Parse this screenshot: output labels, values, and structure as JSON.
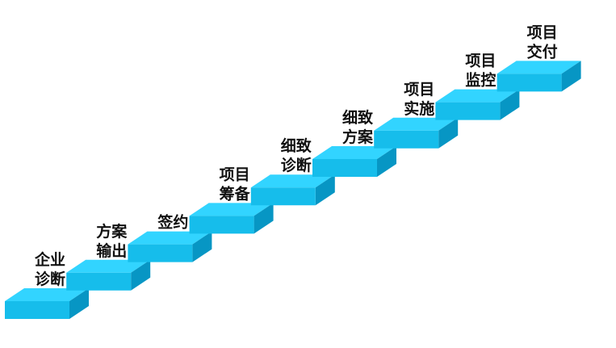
{
  "colors": {
    "top": "#32D4FF",
    "front": "#16BDEB",
    "side": "#0796C4",
    "text": "#111111"
  },
  "steps": [
    {
      "lines": [
        "企业",
        "诊断"
      ]
    },
    {
      "lines": [
        "方案",
        "输出"
      ]
    },
    {
      "lines": [
        "签约"
      ]
    },
    {
      "lines": [
        "项目",
        "筹备"
      ]
    },
    {
      "lines": [
        "细致",
        "诊断"
      ]
    },
    {
      "lines": [
        "细致",
        "方案"
      ]
    },
    {
      "lines": [
        "项目",
        "实施"
      ]
    },
    {
      "lines": [
        "项目",
        "监控"
      ]
    },
    {
      "lines": [
        "项目",
        "交付"
      ]
    }
  ]
}
